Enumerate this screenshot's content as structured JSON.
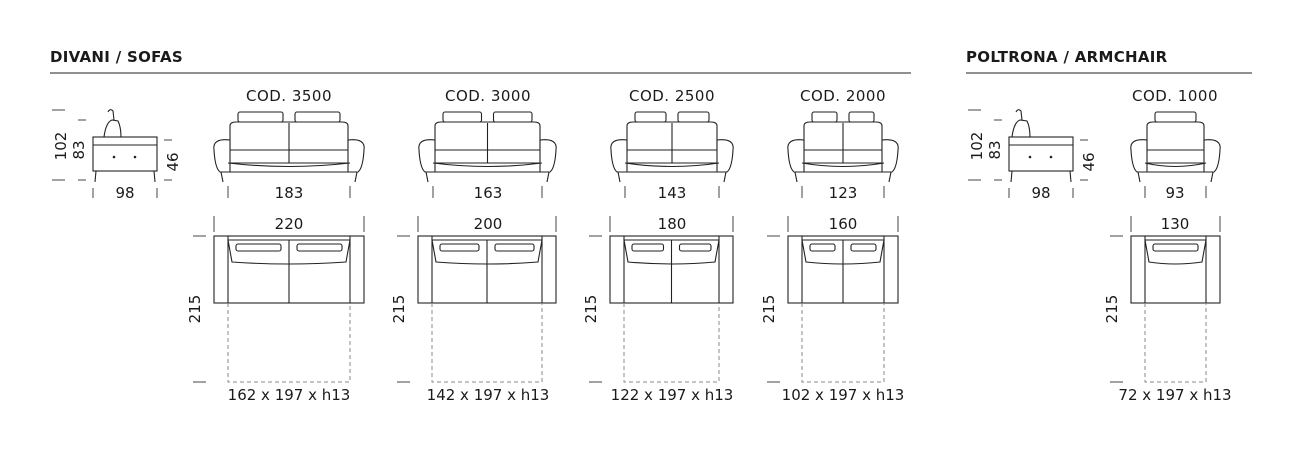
{
  "headers": {
    "sofas": "DIVANI / SOFAS",
    "armchair": "POLTRONA / ARMCHAIR"
  },
  "sofa_side": {
    "h_total": "102",
    "h_back": "83",
    "h_seat": "46",
    "depth": "98"
  },
  "armchair_side": {
    "h_total": "102",
    "h_back": "83",
    "h_seat": "46",
    "depth": "98"
  },
  "models": [
    {
      "code": "COD. 3500",
      "seat_width": "183",
      "total_width": "220",
      "length": "215",
      "bed": "162 x 197 x h13"
    },
    {
      "code": "COD. 3000",
      "seat_width": "163",
      "total_width": "200",
      "length": "215",
      "bed": "142 x 197 x h13"
    },
    {
      "code": "COD. 2500",
      "seat_width": "143",
      "total_width": "180",
      "length": "215",
      "bed": "122 x 197 x h13"
    },
    {
      "code": "COD. 2000",
      "seat_width": "123",
      "total_width": "160",
      "length": "215",
      "bed": "102 x 197 x h13"
    },
    {
      "code": "COD. 1000",
      "seat_width": "93",
      "total_width": "130",
      "length": "215",
      "bed": "72 x 197 x h13"
    }
  ]
}
